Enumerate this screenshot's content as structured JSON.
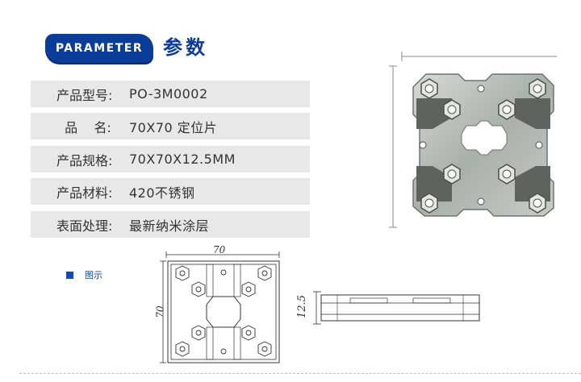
{
  "header": {
    "badge": "PARAMETER",
    "title_cn": "参数"
  },
  "specs": [
    {
      "label": "产品型号: ",
      "value": "PO-3M0002"
    },
    {
      "label": "  品    名: ",
      "value": "70X70 定位片"
    },
    {
      "label": "产品规格: ",
      "value": "70X70X12.5MM"
    },
    {
      "label": "产品材料: ",
      "value": "420不锈钢"
    },
    {
      "label": "表面处理: ",
      "value": "最新纳米涂层"
    }
  ],
  "legend": {
    "label": "图示"
  },
  "drawing": {
    "width_label": "70",
    "height_label": "70",
    "thickness_label": "12.5"
  },
  "colors": {
    "accent": "#0b3c97",
    "row_bg": "#e8e8e8"
  }
}
